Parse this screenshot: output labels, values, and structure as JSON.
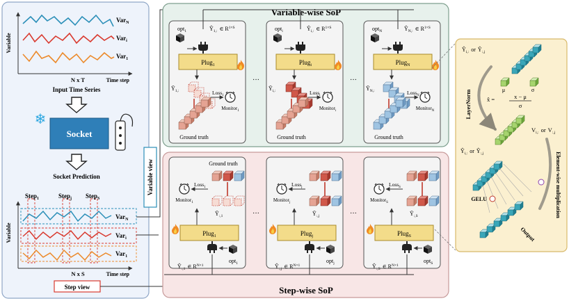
{
  "left": {
    "var_n": "Var",
    "var_n_sub": "N",
    "var_i": "Var",
    "var_i_sub": "i",
    "var_1": "Var",
    "var_1_sub": "1",
    "y_axis_label": "Variable",
    "dims_top": "N x T",
    "x_axis_label": "Time step",
    "caption_input": "Input Time Series",
    "socket_label": "Socket",
    "caption_pred": "Socket Prediction",
    "step_1": "Step",
    "step_1_sub": "1",
    "step_j": "Step",
    "step_j_sub": "j",
    "step_s": "Step",
    "step_s_sub": "S",
    "dims_bottom": "N x S",
    "variable_view": "Variable view",
    "step_view": "Step view"
  },
  "variable_wise": {
    "title": "Variable-wise SoP",
    "panels": [
      {
        "opt": "opt",
        "opt_sub": "1",
        "plug": "Plug",
        "plug_sub": "1",
        "yhat": "Ŷ",
        "yhat_sub": "1,:",
        "dim": "∈ R",
        "dim_sup": "1×S",
        "ybar": "Ȳ",
        "ybar_sub": "1,:",
        "loss": "Loss",
        "loss_sub": "1",
        "monitor": "Monitor",
        "monitor_sub": "1",
        "ground": "Ground truth"
      },
      {
        "opt": "opt",
        "opt_sub": "i",
        "plug": "Plug",
        "plug_sub": "i",
        "yhat": "Ŷ",
        "yhat_sub": "i,:",
        "dim": "∈ R",
        "dim_sup": "1×S",
        "ybar": "Ȳ",
        "ybar_sub": "i,:",
        "loss": "Loss",
        "loss_sub": "i",
        "monitor": "Monitor",
        "monitor_sub": "i",
        "ground": "Ground truth"
      },
      {
        "opt": "opt",
        "opt_sub": "N",
        "plug": "Plug",
        "plug_sub": "N",
        "yhat": "Ŷ",
        "yhat_sub": "N,:",
        "dim": "∈ R",
        "dim_sup": "1×S",
        "ybar": "Ȳ",
        "ybar_sub": "N,:",
        "loss": "Loss",
        "loss_sub": "N",
        "monitor": "Monitor",
        "monitor_sub": "N",
        "ground": "Ground truth"
      }
    ],
    "ellipsis": "···"
  },
  "step_wise": {
    "title": "Step-wise SoP",
    "panels": [
      {
        "opt": "opt",
        "opt_sub": "1",
        "plug": "Plug",
        "plug_sub": "1",
        "yhat": "Ŷ",
        "yhat_sub": ":,1",
        "dim": "∈ R",
        "dim_sup": "N×1",
        "ybar": "Ȳ",
        "ybar_sub": ":,1",
        "loss": "Loss",
        "loss_sub": "1",
        "monitor": "Monitor",
        "monitor_sub": "1",
        "ground": "Ground truth"
      },
      {
        "opt": "opt",
        "opt_sub": "j",
        "plug": "Plug",
        "plug_sub": "j",
        "yhat": "Ŷ",
        "yhat_sub": ":,j",
        "dim": "∈ R",
        "dim_sup": "N×1",
        "ybar": "Ȳ",
        "ybar_sub": ":,j",
        "loss": "Loss",
        "loss_sub": "j",
        "monitor": "Monitor",
        "monitor_sub": "j",
        "ground": ""
      },
      {
        "opt": "opt",
        "opt_sub": "S",
        "plug": "Plug",
        "plug_sub": "S",
        "yhat": "Ŷ",
        "yhat_sub": ":,S",
        "dim": "∈ R",
        "dim_sup": "N×1",
        "ybar": "Ȳ",
        "ybar_sub": ":,S",
        "loss": "Loss",
        "loss_sub": "S",
        "monitor": "Monitor",
        "monitor_sub": "S",
        "ground": ""
      }
    ],
    "ellipsis": "···"
  },
  "plug_detail": {
    "input": "Ŷ",
    "input_sub": "i,:",
    "input_or": "or",
    "input2": "Ŷ",
    "input2_sub": ":,j",
    "mu": "μ",
    "sigma": "σ",
    "formula_lhs": "x̂ =",
    "formula_num": "x − μ",
    "formula_den": "σ",
    "layernorm": "LayerNorm",
    "v_label": "V",
    "v_sub": "i,:",
    "v_or": "or",
    "v2_label": "V",
    "v2_sub": ":,j",
    "mid_label": "Ŷ",
    "mid_sub": "i,:",
    "mid_or": "or",
    "mid2_label": "Ŷ",
    "mid2_sub": ":,j",
    "gelu": "GELU",
    "ewm": "Element-wise multiplication",
    "output": "Output"
  },
  "colors": {
    "left_panel_fill": "#eef3fb",
    "left_panel_stroke": "#8fa6c6",
    "var_sop_fill": "#e7f1ec",
    "var_sop_stroke": "#7e9f8e",
    "step_sop_fill": "#f8e6e6",
    "step_sop_stroke": "#c79a9a",
    "detail_fill": "#fbf0d0",
    "detail_stroke": "#d8b96a",
    "plug_fill": "#f3dc8a",
    "series_blue": "#2b8fb8",
    "series_red": "#d93a2f",
    "series_orange": "#ec8a2b",
    "cube_red": "#e5a393",
    "cube_blue": "#9fc4e2",
    "cube_teal": "#3aa6b8"
  }
}
